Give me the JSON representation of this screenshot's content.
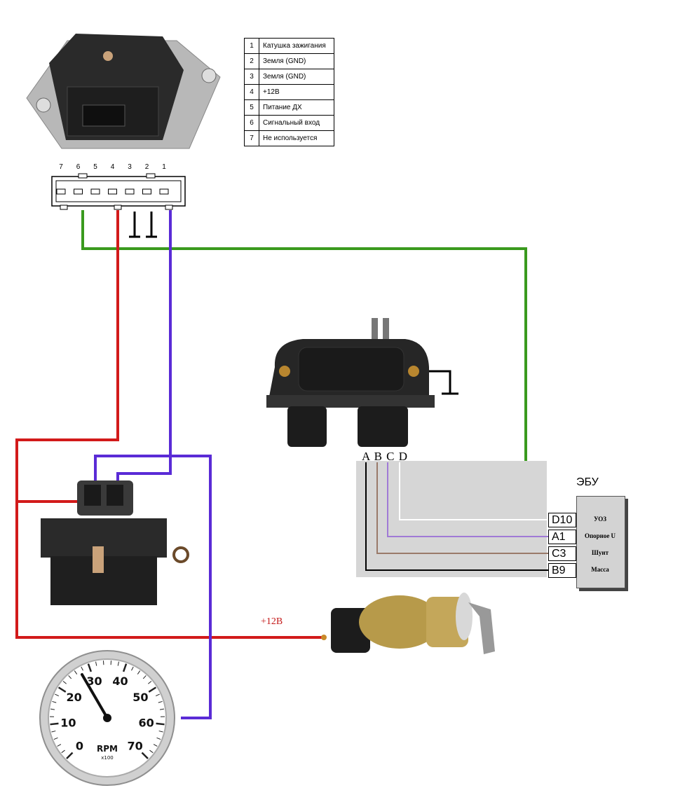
{
  "pin_table": [
    {
      "num": "1",
      "desc": "Катушка зажигания"
    },
    {
      "num": "2",
      "desc": "Земля (GND)"
    },
    {
      "num": "3",
      "desc": "Земля (GND)"
    },
    {
      "num": "4",
      "desc": "+12В"
    },
    {
      "num": "5",
      "desc": "Питание ДХ"
    },
    {
      "num": "6",
      "desc": "Сигнальный вход"
    },
    {
      "num": "7",
      "desc": "Не используется"
    }
  ],
  "connector_pins": [
    "7",
    "6",
    "5",
    "4",
    "3",
    "2",
    "1"
  ],
  "module_pins_label": "A B C D",
  "ecu": {
    "title": "ЭБУ",
    "pins": [
      {
        "pin": "D10",
        "function": "УОЗ"
      },
      {
        "pin": "A1",
        "function": "Опорное U"
      },
      {
        "pin": "C3",
        "function": "Шунт"
      },
      {
        "pin": "B9",
        "function": "Масса"
      }
    ]
  },
  "supply_label": "+12В",
  "tachometer": {
    "scale": [
      "0",
      "10",
      "20",
      "30",
      "40",
      "50",
      "60",
      "70"
    ],
    "unit": "RPM",
    "multiplier": "x100"
  },
  "wire_colors": {
    "red": "#d21a1a",
    "blue": "#5a2bd6",
    "green": "#3a9a1e",
    "white": "#ffffff",
    "purple": "#a07ad6",
    "brown": "#9a7a6a",
    "black": "#000000"
  }
}
